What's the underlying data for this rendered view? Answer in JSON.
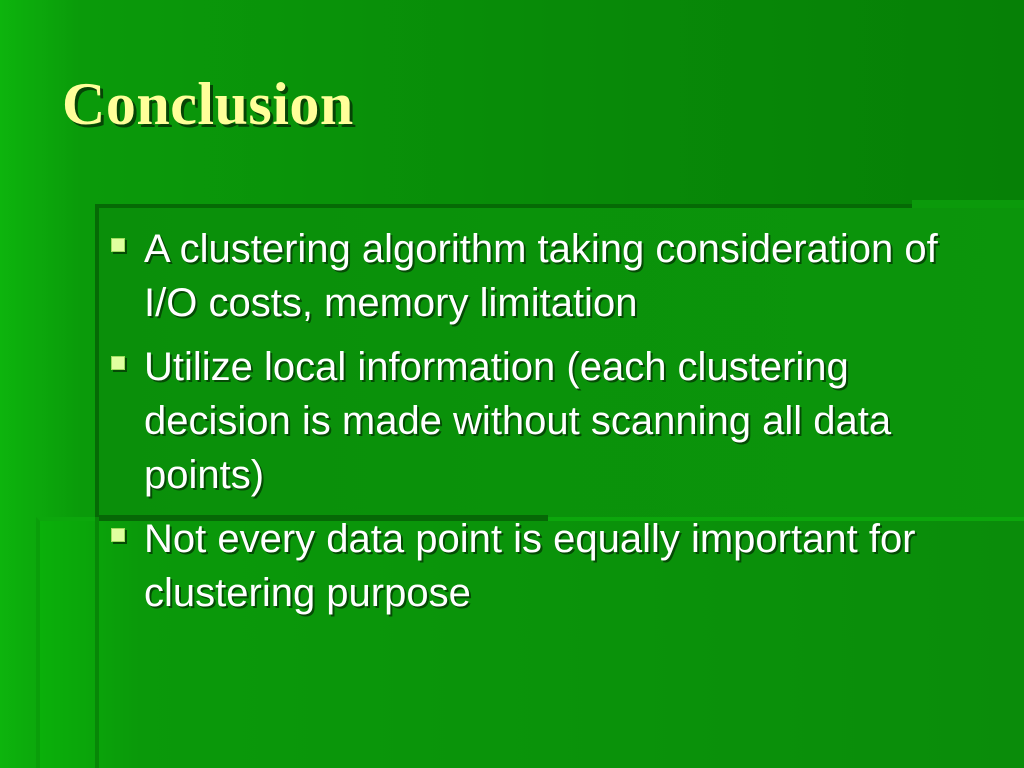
{
  "slide": {
    "title": "Conclusion",
    "bullets": [
      {
        "text": "A clustering algorithm taking consideration of I/O costs, memory limitation"
      },
      {
        "text": "Utilize local information (each clustering decision is made without scanning all data points)"
      },
      {
        "text": "Not every data point is equally important for clustering purpose"
      }
    ]
  },
  "colors": {
    "background": "#088a08",
    "title": "#ffff99",
    "body_text": "#ffffff",
    "bullet": "#dfff9f"
  },
  "icons": {
    "bullet": "square-bullet-icon"
  }
}
